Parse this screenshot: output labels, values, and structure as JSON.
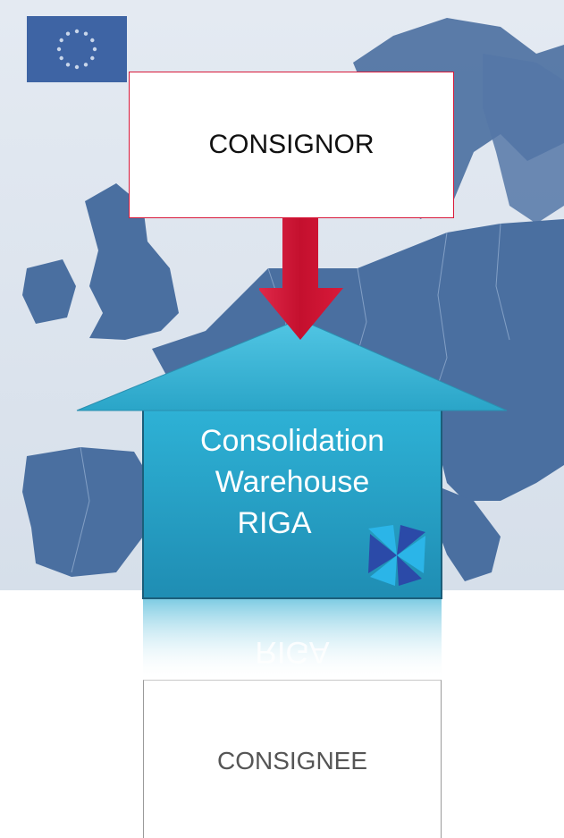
{
  "consignor": {
    "label": "CONSIGNOR"
  },
  "warehouse": {
    "line1": "Consolidation",
    "line2": "Warehouse",
    "line3": "RIGA"
  },
  "reflection": {
    "text": "RIGA"
  },
  "consignee": {
    "label": "CONSIGNEE"
  },
  "colors": {
    "map_bg": "#dfe7f1",
    "land": "#4a6fa0",
    "consignor_border": "#d8193a",
    "arrow": "#d8193a",
    "warehouse": "#2aa7c8",
    "roof": "#3ab4d6",
    "logo_light": "#2bb5e8",
    "logo_dark": "#2b4aa8"
  }
}
